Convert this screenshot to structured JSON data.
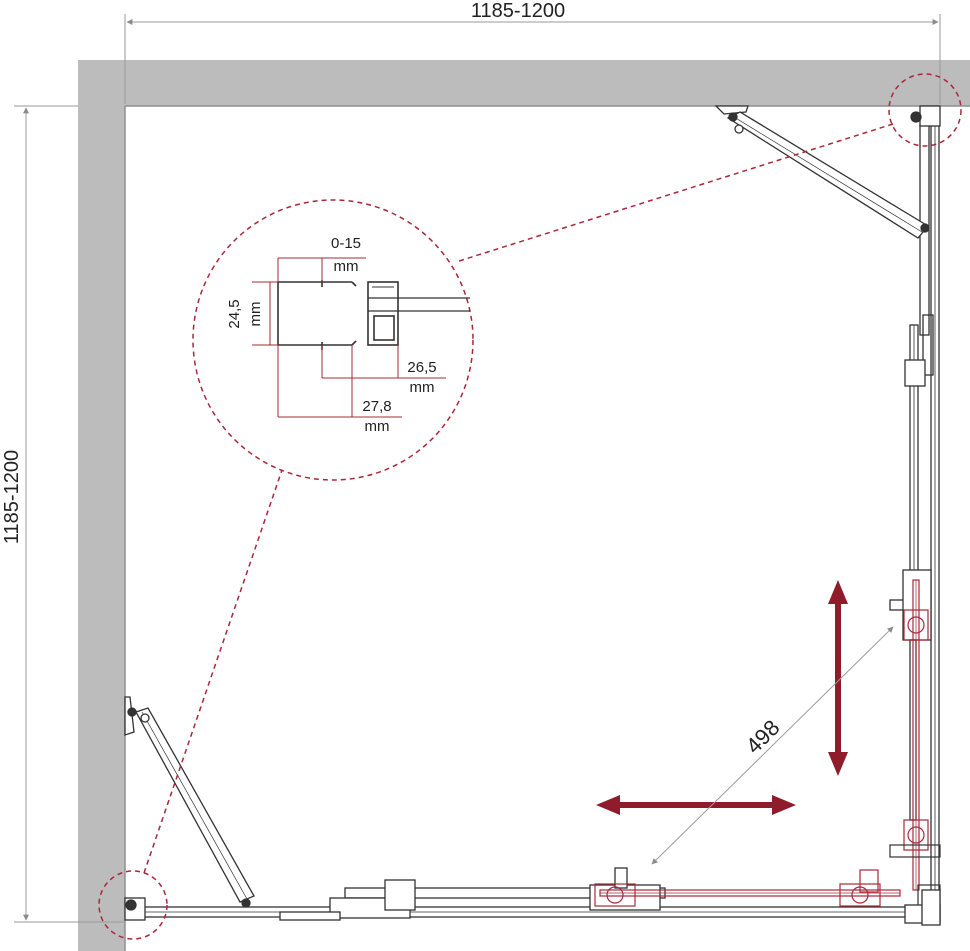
{
  "dimensions": {
    "width": "1185-1200",
    "depth": "1185-1200",
    "door_diagonal": "498"
  },
  "detail": {
    "gap_value": "0-15",
    "gap_unit": "mm",
    "profile_height_value": "24,5",
    "profile_height_unit": "mm",
    "inner_width_value": "26,5",
    "inner_width_unit": "mm",
    "outer_width_value": "27,8",
    "outer_width_unit": "mm"
  },
  "colors": {
    "wall": "#bcbcbc",
    "detail_circle": "#a8283a",
    "arrow": "#8e1c2a",
    "dimension_line": "#9a9a9a",
    "frame_line": "#333333"
  }
}
